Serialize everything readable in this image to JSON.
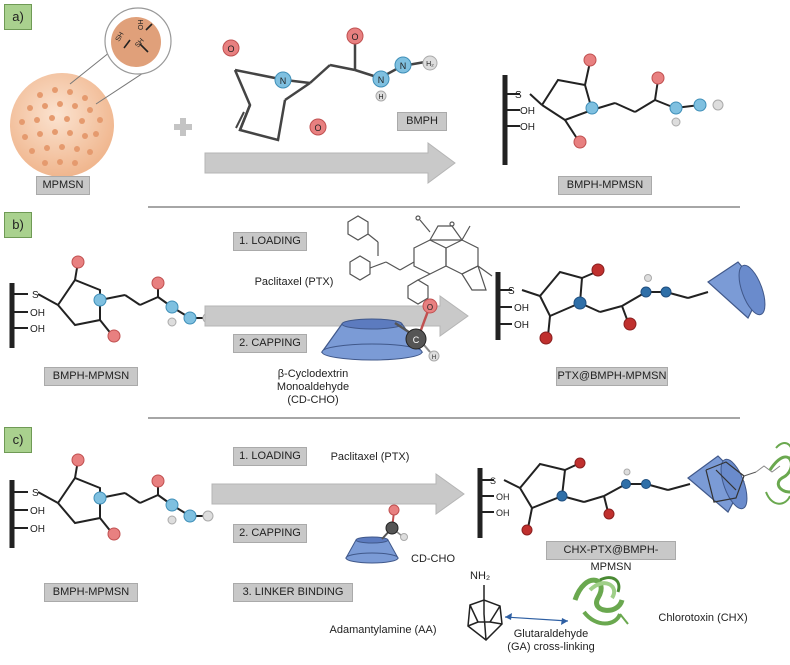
{
  "panels": {
    "a": {
      "label": "a)",
      "mpmsn": "MPMSN",
      "bmph": "BMPH",
      "product": "BMPH-MPMSN"
    },
    "b": {
      "label": "b)",
      "start": "BMPH-MPMSN",
      "step1": "1. LOADING",
      "step2": "2. CAPPING",
      "drug": "Paclitaxel (PTX)",
      "cap_line1": "β-Cyclodextrin",
      "cap_line2": "Monoaldehyde",
      "cap_line3": "(CD-CHO)",
      "product": "PTX@BMPH-MPMSN"
    },
    "c": {
      "label": "c)",
      "start": "BMPH-MPMSN",
      "step1": "1. LOADING",
      "step2": "2. CAPPING",
      "step3": "3. LINKER BINDING",
      "drug": "Paclitaxel (PTX)",
      "cap": "CD-CHO",
      "product": "CHX-PTX@BMPH-MPMSN",
      "aa": "Adamantylamine (AA)",
      "ga_line1": "Glutaraldehyde",
      "ga_line2": "(GA) cross-linking",
      "chx": "Chlorotoxin (CHX)",
      "nh2": "NH₂"
    }
  },
  "chem": {
    "S": "S",
    "OH": "OH",
    "N": "N",
    "O": "O",
    "H": "H",
    "SH": "SH",
    "H2": "H₂",
    "NH2": "NH₂"
  },
  "colors": {
    "oxygen": "#e88080",
    "nitrogen": "#7fc0e0",
    "nitrogen_dark": "#2f6fa8",
    "oxygen_dark": "#c0302e",
    "cyclodextrin": "#7b9bd6",
    "particle": "#f3c7a3",
    "pore": "#e09a70",
    "protein": "#6aa84f",
    "arrow": "#c9c9c9"
  }
}
